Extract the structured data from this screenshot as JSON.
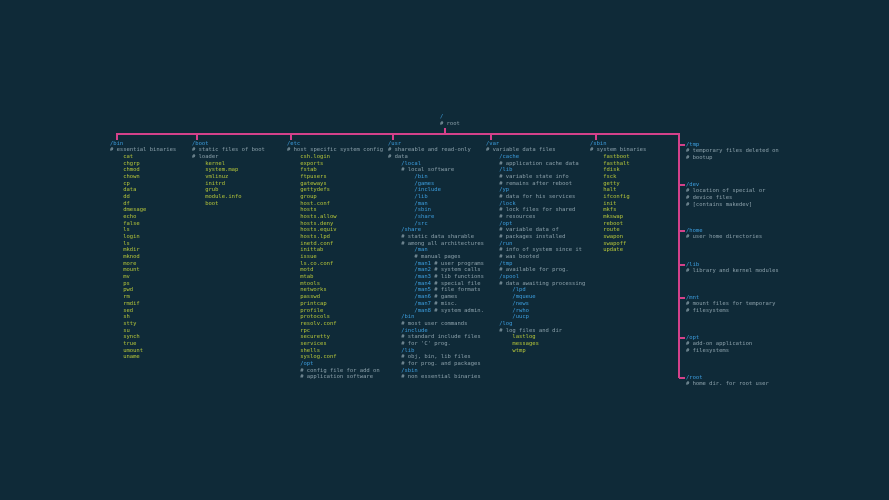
{
  "colors": {
    "background": "#0f2a38",
    "branch_line": "#d4418a",
    "directory": "#3d9fe0",
    "file": "#b9c93a",
    "comment": "#8ea3ad"
  },
  "root": {
    "dir": "/",
    "comment": "# root"
  },
  "columns": [
    {
      "name": "bin",
      "lines": [
        {
          "d": 0,
          "dir": "/bin"
        },
        {
          "d": 0,
          "cmt": "# essential binaries"
        },
        {
          "d": 1,
          "file": "cat"
        },
        {
          "d": 1,
          "file": "chgrp"
        },
        {
          "d": 1,
          "file": "chmod"
        },
        {
          "d": 1,
          "file": "chown"
        },
        {
          "d": 1,
          "file": "cp"
        },
        {
          "d": 1,
          "file": "data"
        },
        {
          "d": 1,
          "file": "dd"
        },
        {
          "d": 1,
          "file": "df"
        },
        {
          "d": 1,
          "file": "dmesage"
        },
        {
          "d": 1,
          "file": "echo"
        },
        {
          "d": 1,
          "file": "false"
        },
        {
          "d": 1,
          "file": "ls"
        },
        {
          "d": 1,
          "file": "login"
        },
        {
          "d": 1,
          "file": "ls"
        },
        {
          "d": 1,
          "file": "mkdir"
        },
        {
          "d": 1,
          "file": "mknod"
        },
        {
          "d": 1,
          "file": "more"
        },
        {
          "d": 1,
          "file": "mount"
        },
        {
          "d": 1,
          "file": "mv"
        },
        {
          "d": 1,
          "file": "ps"
        },
        {
          "d": 1,
          "file": "pwd"
        },
        {
          "d": 1,
          "file": "rm"
        },
        {
          "d": 1,
          "file": "rmdif"
        },
        {
          "d": 1,
          "file": "sed"
        },
        {
          "d": 1,
          "file": "sh"
        },
        {
          "d": 1,
          "file": "stty"
        },
        {
          "d": 1,
          "file": "su"
        },
        {
          "d": 1,
          "file": "synch"
        },
        {
          "d": 1,
          "file": "true"
        },
        {
          "d": 1,
          "file": "umount"
        },
        {
          "d": 1,
          "file": "uname"
        }
      ]
    },
    {
      "name": "boot",
      "lines": [
        {
          "d": 0,
          "dir": "/boot"
        },
        {
          "d": 0,
          "cmt": "# static files of boot"
        },
        {
          "d": 0,
          "cmt": "# loader"
        },
        {
          "d": 1,
          "file": "kernel"
        },
        {
          "d": 1,
          "file": "system.map"
        },
        {
          "d": 1,
          "file": "vmlinuz"
        },
        {
          "d": 1,
          "file": "initrd"
        },
        {
          "d": 1,
          "file": "grub"
        },
        {
          "d": 1,
          "file": "module.info"
        },
        {
          "d": 1,
          "file": "boot"
        }
      ]
    },
    {
      "name": "etc",
      "lines": [
        {
          "d": 0,
          "dir": "/etc"
        },
        {
          "d": 0,
          "cmt": "# host specific system config"
        },
        {
          "d": 1,
          "file": "csh.login"
        },
        {
          "d": 1,
          "file": "exports"
        },
        {
          "d": 1,
          "file": "fstab"
        },
        {
          "d": 1,
          "file": "ftpusers"
        },
        {
          "d": 1,
          "file": "gateways"
        },
        {
          "d": 1,
          "file": "gettydefs"
        },
        {
          "d": 1,
          "file": "group"
        },
        {
          "d": 1,
          "file": "host.conf"
        },
        {
          "d": 1,
          "file": "hosts"
        },
        {
          "d": 1,
          "file": "hosts.allow"
        },
        {
          "d": 1,
          "file": "hosts.deny"
        },
        {
          "d": 1,
          "file": "hosts.equiv"
        },
        {
          "d": 1,
          "file": "hosts.lpd"
        },
        {
          "d": 1,
          "file": "inetd.conf"
        },
        {
          "d": 1,
          "file": "inittab"
        },
        {
          "d": 1,
          "file": "issue"
        },
        {
          "d": 1,
          "file": "ls.co.conf"
        },
        {
          "d": 1,
          "file": "motd"
        },
        {
          "d": 1,
          "file": "mtab"
        },
        {
          "d": 1,
          "file": "mtools"
        },
        {
          "d": 1,
          "file": "networks"
        },
        {
          "d": 1,
          "file": "passwd"
        },
        {
          "d": 1,
          "file": "printcap"
        },
        {
          "d": 1,
          "file": "profile"
        },
        {
          "d": 1,
          "file": "protocols"
        },
        {
          "d": 1,
          "file": "resolv.conf"
        },
        {
          "d": 1,
          "file": "rpc"
        },
        {
          "d": 1,
          "file": "securetty"
        },
        {
          "d": 1,
          "file": "services"
        },
        {
          "d": 1,
          "file": "shells"
        },
        {
          "d": 1,
          "file": "syslog.conf"
        },
        {
          "d": 1,
          "dir": "/opt"
        },
        {
          "d": 1,
          "cmt": "# config file for add on"
        },
        {
          "d": 1,
          "cmt": "# application software"
        }
      ]
    },
    {
      "name": "usr",
      "lines": [
        {
          "d": 0,
          "dir": "/usr"
        },
        {
          "d": 0,
          "cmt": "# shareable and read-only"
        },
        {
          "d": 0,
          "cmt": "# data"
        },
        {
          "d": 1,
          "dir": "/local"
        },
        {
          "d": 1,
          "cmt": "# local software"
        },
        {
          "d": 2,
          "dir": "/bin"
        },
        {
          "d": 2,
          "dir": "/games"
        },
        {
          "d": 2,
          "dir": "/include"
        },
        {
          "d": 2,
          "dir": "/lib"
        },
        {
          "d": 2,
          "dir": "/man"
        },
        {
          "d": 2,
          "dir": "/sbin"
        },
        {
          "d": 2,
          "dir": "/share"
        },
        {
          "d": 2,
          "dir": "/src"
        },
        {
          "d": 1,
          "dir": "/share"
        },
        {
          "d": 1,
          "cmt": "# static data sharable"
        },
        {
          "d": 1,
          "cmt": "# among all architectures"
        },
        {
          "d": 2,
          "dir": "/man"
        },
        {
          "d": 2,
          "cmt": "# manual pages"
        },
        {
          "d": 2,
          "dir": "/man1",
          "cmt": " # user programs"
        },
        {
          "d": 2,
          "dir": "/man2",
          "cmt": " # system calls"
        },
        {
          "d": 2,
          "dir": "/man3",
          "cmt": " # lib functions"
        },
        {
          "d": 2,
          "dir": "/man4",
          "cmt": " # special file"
        },
        {
          "d": 2,
          "dir": "/man5",
          "cmt": " # file formats"
        },
        {
          "d": 2,
          "dir": "/man6",
          "cmt": " # games"
        },
        {
          "d": 2,
          "dir": "/man7",
          "cmt": " # misc."
        },
        {
          "d": 2,
          "dir": "/man8",
          "cmt": " # system admin."
        },
        {
          "d": 1,
          "dir": "/bin"
        },
        {
          "d": 1,
          "cmt": "# most user commands"
        },
        {
          "d": 1,
          "dir": "/include"
        },
        {
          "d": 1,
          "cmt": "# standard include files"
        },
        {
          "d": 1,
          "cmt": "# for 'C' prog."
        },
        {
          "d": 1,
          "dir": "/lib"
        },
        {
          "d": 1,
          "cmt": "# obj, bin, lib files"
        },
        {
          "d": 1,
          "cmt": "# for prog. and packages"
        },
        {
          "d": 1,
          "dir": "/sbin"
        },
        {
          "d": 1,
          "cmt": "# non essential binaries"
        }
      ]
    },
    {
      "name": "var",
      "lines": [
        {
          "d": 0,
          "dir": "/var"
        },
        {
          "d": 0,
          "cmt": "# variable data files"
        },
        {
          "d": 1,
          "dir": "/cache"
        },
        {
          "d": 1,
          "cmt": "# application cache data"
        },
        {
          "d": 1,
          "dir": "/lib"
        },
        {
          "d": 1,
          "cmt": "# variable state info"
        },
        {
          "d": 1,
          "cmt": "# remains after reboot"
        },
        {
          "d": 1,
          "dir": "/yp"
        },
        {
          "d": 1,
          "cmt": "# data for his services"
        },
        {
          "d": 1,
          "dir": "/lock"
        },
        {
          "d": 1,
          "cmt": "# lock files for shared"
        },
        {
          "d": 1,
          "cmt": "# resources"
        },
        {
          "d": 1,
          "dir": "/opt"
        },
        {
          "d": 1,
          "cmt": "# variable data of"
        },
        {
          "d": 1,
          "cmt": "# packages installed"
        },
        {
          "d": 1,
          "dir": "/run"
        },
        {
          "d": 1,
          "cmt": "# info of system since it"
        },
        {
          "d": 1,
          "cmt": "# was booted"
        },
        {
          "d": 1,
          "dir": "/tmp"
        },
        {
          "d": 1,
          "cmt": "# available for prog."
        },
        {
          "d": 1,
          "dir": "/spool"
        },
        {
          "d": 1,
          "cmt": "# data awaiting processing"
        },
        {
          "d": 2,
          "dir": "/lpd"
        },
        {
          "d": 2,
          "dir": "/mqueue"
        },
        {
          "d": 2,
          "dir": "/news"
        },
        {
          "d": 2,
          "dir": "/rwho"
        },
        {
          "d": 2,
          "dir": "/uucp"
        },
        {
          "d": 1,
          "dir": "/log"
        },
        {
          "d": 1,
          "cmt": "# log files and dir"
        },
        {
          "d": 2,
          "file": "lastlog"
        },
        {
          "d": 2,
          "file": "messages"
        },
        {
          "d": 2,
          "file": "wtmp"
        }
      ]
    },
    {
      "name": "sbin",
      "lines": [
        {
          "d": 0,
          "dir": "/sbin"
        },
        {
          "d": 0,
          "cmt": "# system binaries"
        },
        {
          "d": 1,
          "file": "fastboot"
        },
        {
          "d": 1,
          "file": "fasthalt"
        },
        {
          "d": 1,
          "file": "fdisk"
        },
        {
          "d": 1,
          "file": "fsck"
        },
        {
          "d": 1,
          "file": "getty"
        },
        {
          "d": 1,
          "file": "halt"
        },
        {
          "d": 1,
          "file": "ifconfig"
        },
        {
          "d": 1,
          "file": "init"
        },
        {
          "d": 1,
          "file": "mkfs"
        },
        {
          "d": 1,
          "file": "mkswap"
        },
        {
          "d": 1,
          "file": "reboot"
        },
        {
          "d": 1,
          "file": "route"
        },
        {
          "d": 1,
          "file": "swapon"
        },
        {
          "d": 1,
          "file": "swapoff"
        },
        {
          "d": 1,
          "file": "update"
        }
      ]
    }
  ],
  "side_branches": [
    {
      "dir": "/tmp",
      "comments": [
        "# temporary files deleted on",
        "# bootup"
      ]
    },
    {
      "dir": "/dev",
      "comments": [
        "# location of special or",
        "# device files",
        "# [contains makedev]"
      ]
    },
    {
      "dir": "/home",
      "comments": [
        "# user home directories"
      ]
    },
    {
      "dir": "/lib",
      "comments": [
        "# library and kernel modules"
      ]
    },
    {
      "dir": "/mnt",
      "comments": [
        "# mount files for temporary",
        "# filesystems"
      ]
    },
    {
      "dir": "/opt",
      "comments": [
        "# add-on application",
        "# filesystems"
      ]
    },
    {
      "dir": "/root",
      "comments": [
        "# home dir. for root user"
      ]
    }
  ]
}
